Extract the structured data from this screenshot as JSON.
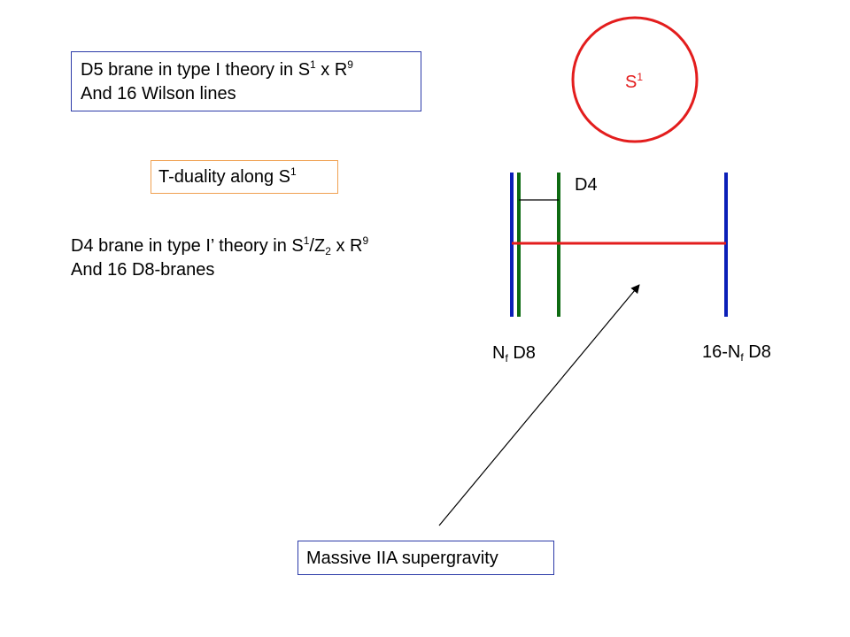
{
  "colors": {
    "box_blue": "#2b3aa8",
    "box_orange": "#f0a050",
    "circle_red": "#e31d1d",
    "brane_blue": "#0b1fb8",
    "brane_green": "#0e6b12",
    "string_red": "#e31d1d",
    "arrow": "#000000"
  },
  "box_d5": {
    "line1": {
      "pre": "D5 brane in type I theory in S",
      "sup1": "1",
      "mid": " x R",
      "sup2": "9"
    },
    "line2": "And 16 Wilson lines"
  },
  "box_tduality": {
    "pre": "T-duality along S",
    "sup": "1"
  },
  "d4_text": {
    "line1": {
      "pre": "D4 brane in type I’ theory in S",
      "sup1": "1",
      "mid1": "/Z",
      "sub": "2",
      "mid2": " x R",
      "sup2": "9"
    },
    "line2": "And 16 D8-branes"
  },
  "circle_label": {
    "base": "S",
    "sup": "1"
  },
  "d4_label": "D4",
  "left_stack_label": {
    "pre": "N",
    "sub": "f",
    "post": " D8"
  },
  "right_stack_label": {
    "pre": "16-N",
    "sub": "f",
    "post": " D8"
  },
  "box_massive": "Massive IIA supergravity",
  "icons": {
    "arrow": "arrow-icon",
    "circle": "circle-s1-icon"
  }
}
